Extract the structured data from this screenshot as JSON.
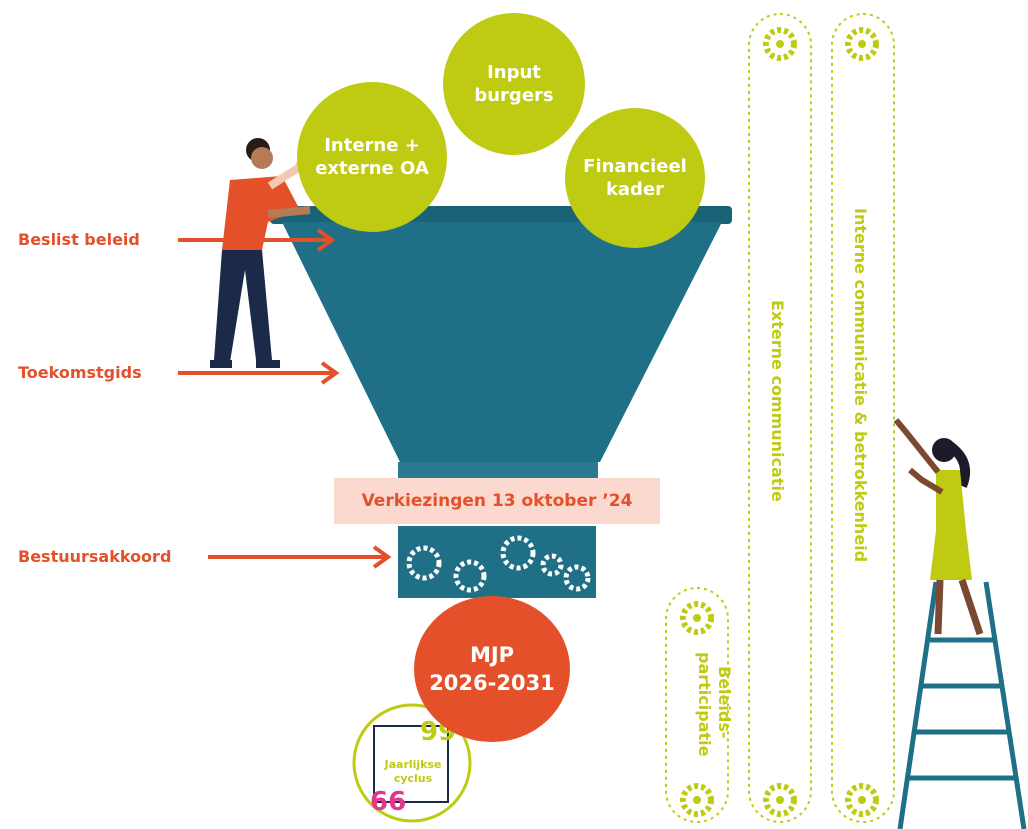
{
  "circles": {
    "input": "Input\nburgers",
    "intern": "Interne +\nexterne OA",
    "financieel": "Financieel\nkader",
    "mjp": "MJP\n2026-2031"
  },
  "labels": {
    "beslist": "Beslist beleid",
    "toekomst": "Toekomstgids",
    "bestuur": "Bestuursakkoord"
  },
  "banner": "Verkiezingen 13 oktober ’24",
  "columns": {
    "extern": "Externe communicatie",
    "intern": "Interne communicatie & betrokkenheid",
    "beleid_1": "Beleids-",
    "beleid_2": "participatie"
  },
  "cycle": {
    "line1": "Jaarlijkse",
    "line2": "cyclus"
  },
  "colors": {
    "lime": "#bfcb12",
    "orange": "#e4502a",
    "teal": "#1d6e80",
    "pink": "#fbd9cf"
  }
}
